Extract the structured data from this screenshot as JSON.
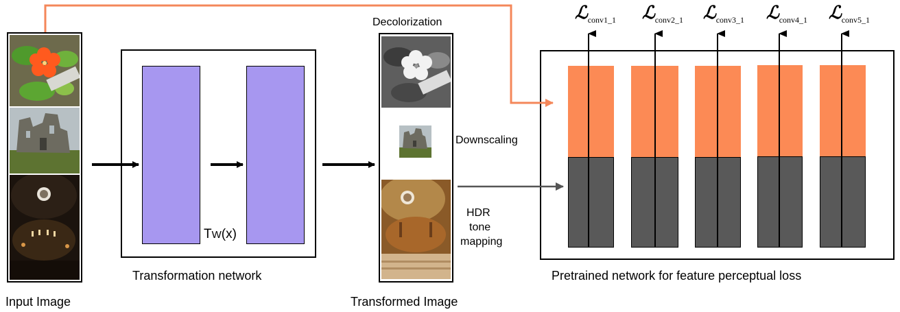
{
  "labels": {
    "input_image": "Input Image",
    "transformation_network": "Transformation network",
    "transformed_image": "Transformed Image",
    "pretrained_network": "Pretrained network for feature perceptual loss",
    "decolorization": "Decolorization",
    "downscaling": "Downscaling",
    "hdr_line1": "HDR",
    "hdr_line2": "tone",
    "hdr_line3": "mapping",
    "transform_fn_main": "T",
    "transform_fn_sub": "W",
    "transform_fn_arg": "(x)"
  },
  "losses": [
    {
      "symbol": "ℒ",
      "subscript": "conv1_1"
    },
    {
      "symbol": "ℒ",
      "subscript": "conv2_1"
    },
    {
      "symbol": "ℒ",
      "subscript": "conv3_1"
    },
    {
      "symbol": "ℒ",
      "subscript": "conv4_1"
    },
    {
      "symbol": "ℒ",
      "subscript": "conv5_1"
    }
  ],
  "images": {
    "input": [
      "flower-photo",
      "castle-ruin-photo",
      "dark-dome-interior-photo"
    ],
    "transformed": [
      "grayscale-flower-photo",
      "small-castle-photo",
      "tone-mapped-interior-photo"
    ]
  },
  "colors": {
    "layer_purple": "#a797f0",
    "feature_orange": "#fc8a55",
    "feature_gray": "#595959",
    "skip_arrow": "#f4875a",
    "gray_arrow": "#555555"
  }
}
